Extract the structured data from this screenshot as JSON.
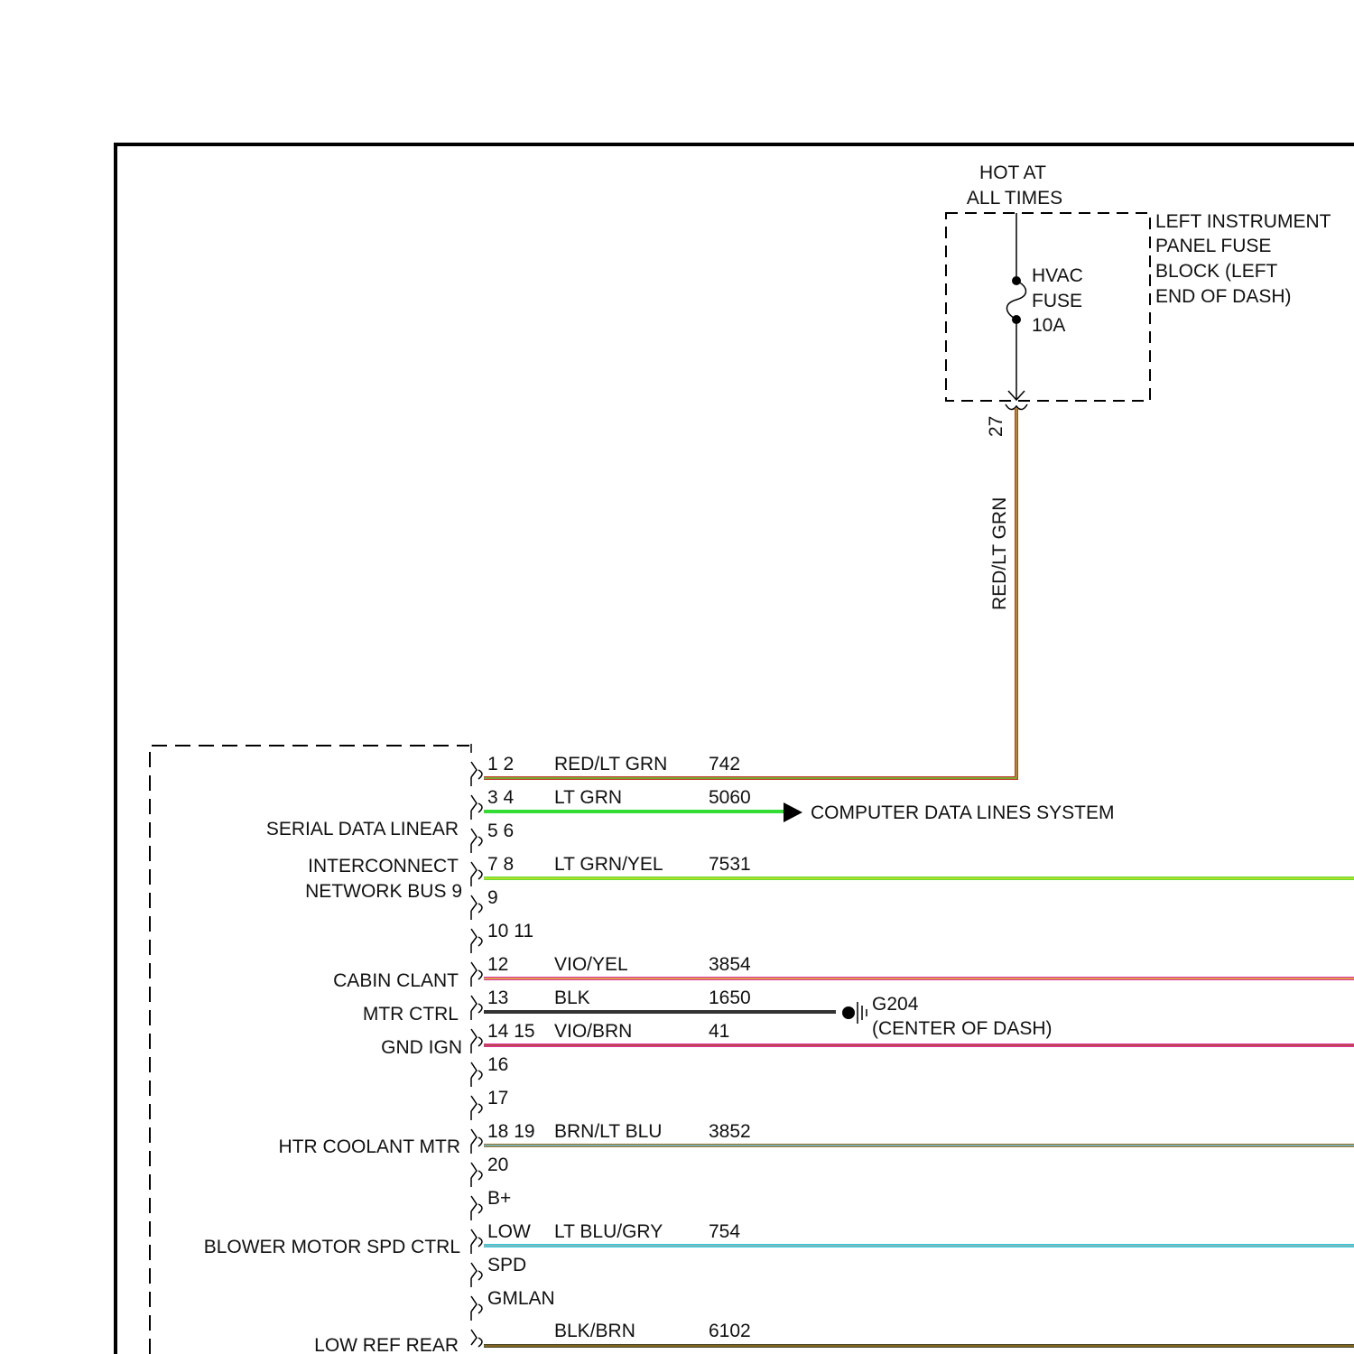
{
  "power_source": {
    "line1": "HOT AT",
    "line2": "ALL TIMES"
  },
  "fuse_block": {
    "lines": [
      "LEFT INSTRUMENT",
      "PANEL FUSE",
      "BLOCK (LEFT",
      "END OF DASH)"
    ],
    "fuse_lines": [
      "HVAC",
      "FUSE",
      "10A"
    ],
    "pin": "27",
    "wire_color_label": "RED/LT GRN"
  },
  "module_labels": [
    {
      "id": "serial-data-linear",
      "text": "SERIAL DATA LINEAR"
    },
    {
      "id": "interconnect",
      "text": "INTERCONNECT"
    },
    {
      "id": "network-bus-9",
      "text": "NETWORK BUS 9"
    },
    {
      "id": "cabin-clant",
      "text": "CABIN CLANT"
    },
    {
      "id": "mtr-ctrl",
      "text": "MTR CTRL"
    },
    {
      "id": "gnd-ign",
      "text": "GND IGN"
    },
    {
      "id": "htr-coolant-mtr",
      "text": "HTR COOLANT MTR"
    },
    {
      "id": "blower-motor-spd-ctrl",
      "text": "BLOWER MOTOR SPD CTRL"
    },
    {
      "id": "low-ref-rear",
      "text": "LOW REF REAR"
    }
  ],
  "pins": [
    "1 2",
    "3 4",
    "5 6",
    "7 8",
    "9",
    "10 11",
    "12",
    "13",
    "14 15",
    "16",
    "17",
    "18 19",
    "20",
    "B+",
    "LOW",
    "SPD",
    "GMLAN",
    ""
  ],
  "wires": [
    {
      "id": "742",
      "color": "RED/LT GRN",
      "circuit": "742",
      "stroke": "#c0392b",
      "stripe": "#66cc33"
    },
    {
      "id": "5060",
      "color": "LT GRN",
      "circuit": "5060",
      "stroke": "#33dd33",
      "stripe": ""
    },
    {
      "id": "7531",
      "color": "LT GRN/YEL",
      "circuit": "7531",
      "stroke": "#66dd33",
      "stripe": "#dddd22"
    },
    {
      "id": "3854",
      "color": "VIO/YEL",
      "circuit": "3854",
      "stroke": "#dd3399",
      "stripe": "#dddd22"
    },
    {
      "id": "1650",
      "color": "BLK",
      "circuit": "1650",
      "stroke": "#333333",
      "stripe": ""
    },
    {
      "id": "41",
      "color": "VIO/BRN",
      "circuit": "41",
      "stroke": "#dd3399",
      "stripe": "#aa5522"
    },
    {
      "id": "3852",
      "color": "BRN/LT BLU",
      "circuit": "3852",
      "stroke": "#997733",
      "stripe": "#66ccee"
    },
    {
      "id": "754",
      "color": "LT BLU/GRY",
      "circuit": "754",
      "stroke": "#33ccdd",
      "stripe": "#aaaaaa"
    },
    {
      "id": "6102",
      "color": "BLK/BRN",
      "circuit": "6102",
      "stroke": "#444422",
      "stripe": "#aa7722"
    }
  ],
  "destination": {
    "text": "COMPUTER DATA LINES SYSTEM"
  },
  "ground": {
    "name": "G204",
    "location": "(CENTER OF DASH)"
  }
}
